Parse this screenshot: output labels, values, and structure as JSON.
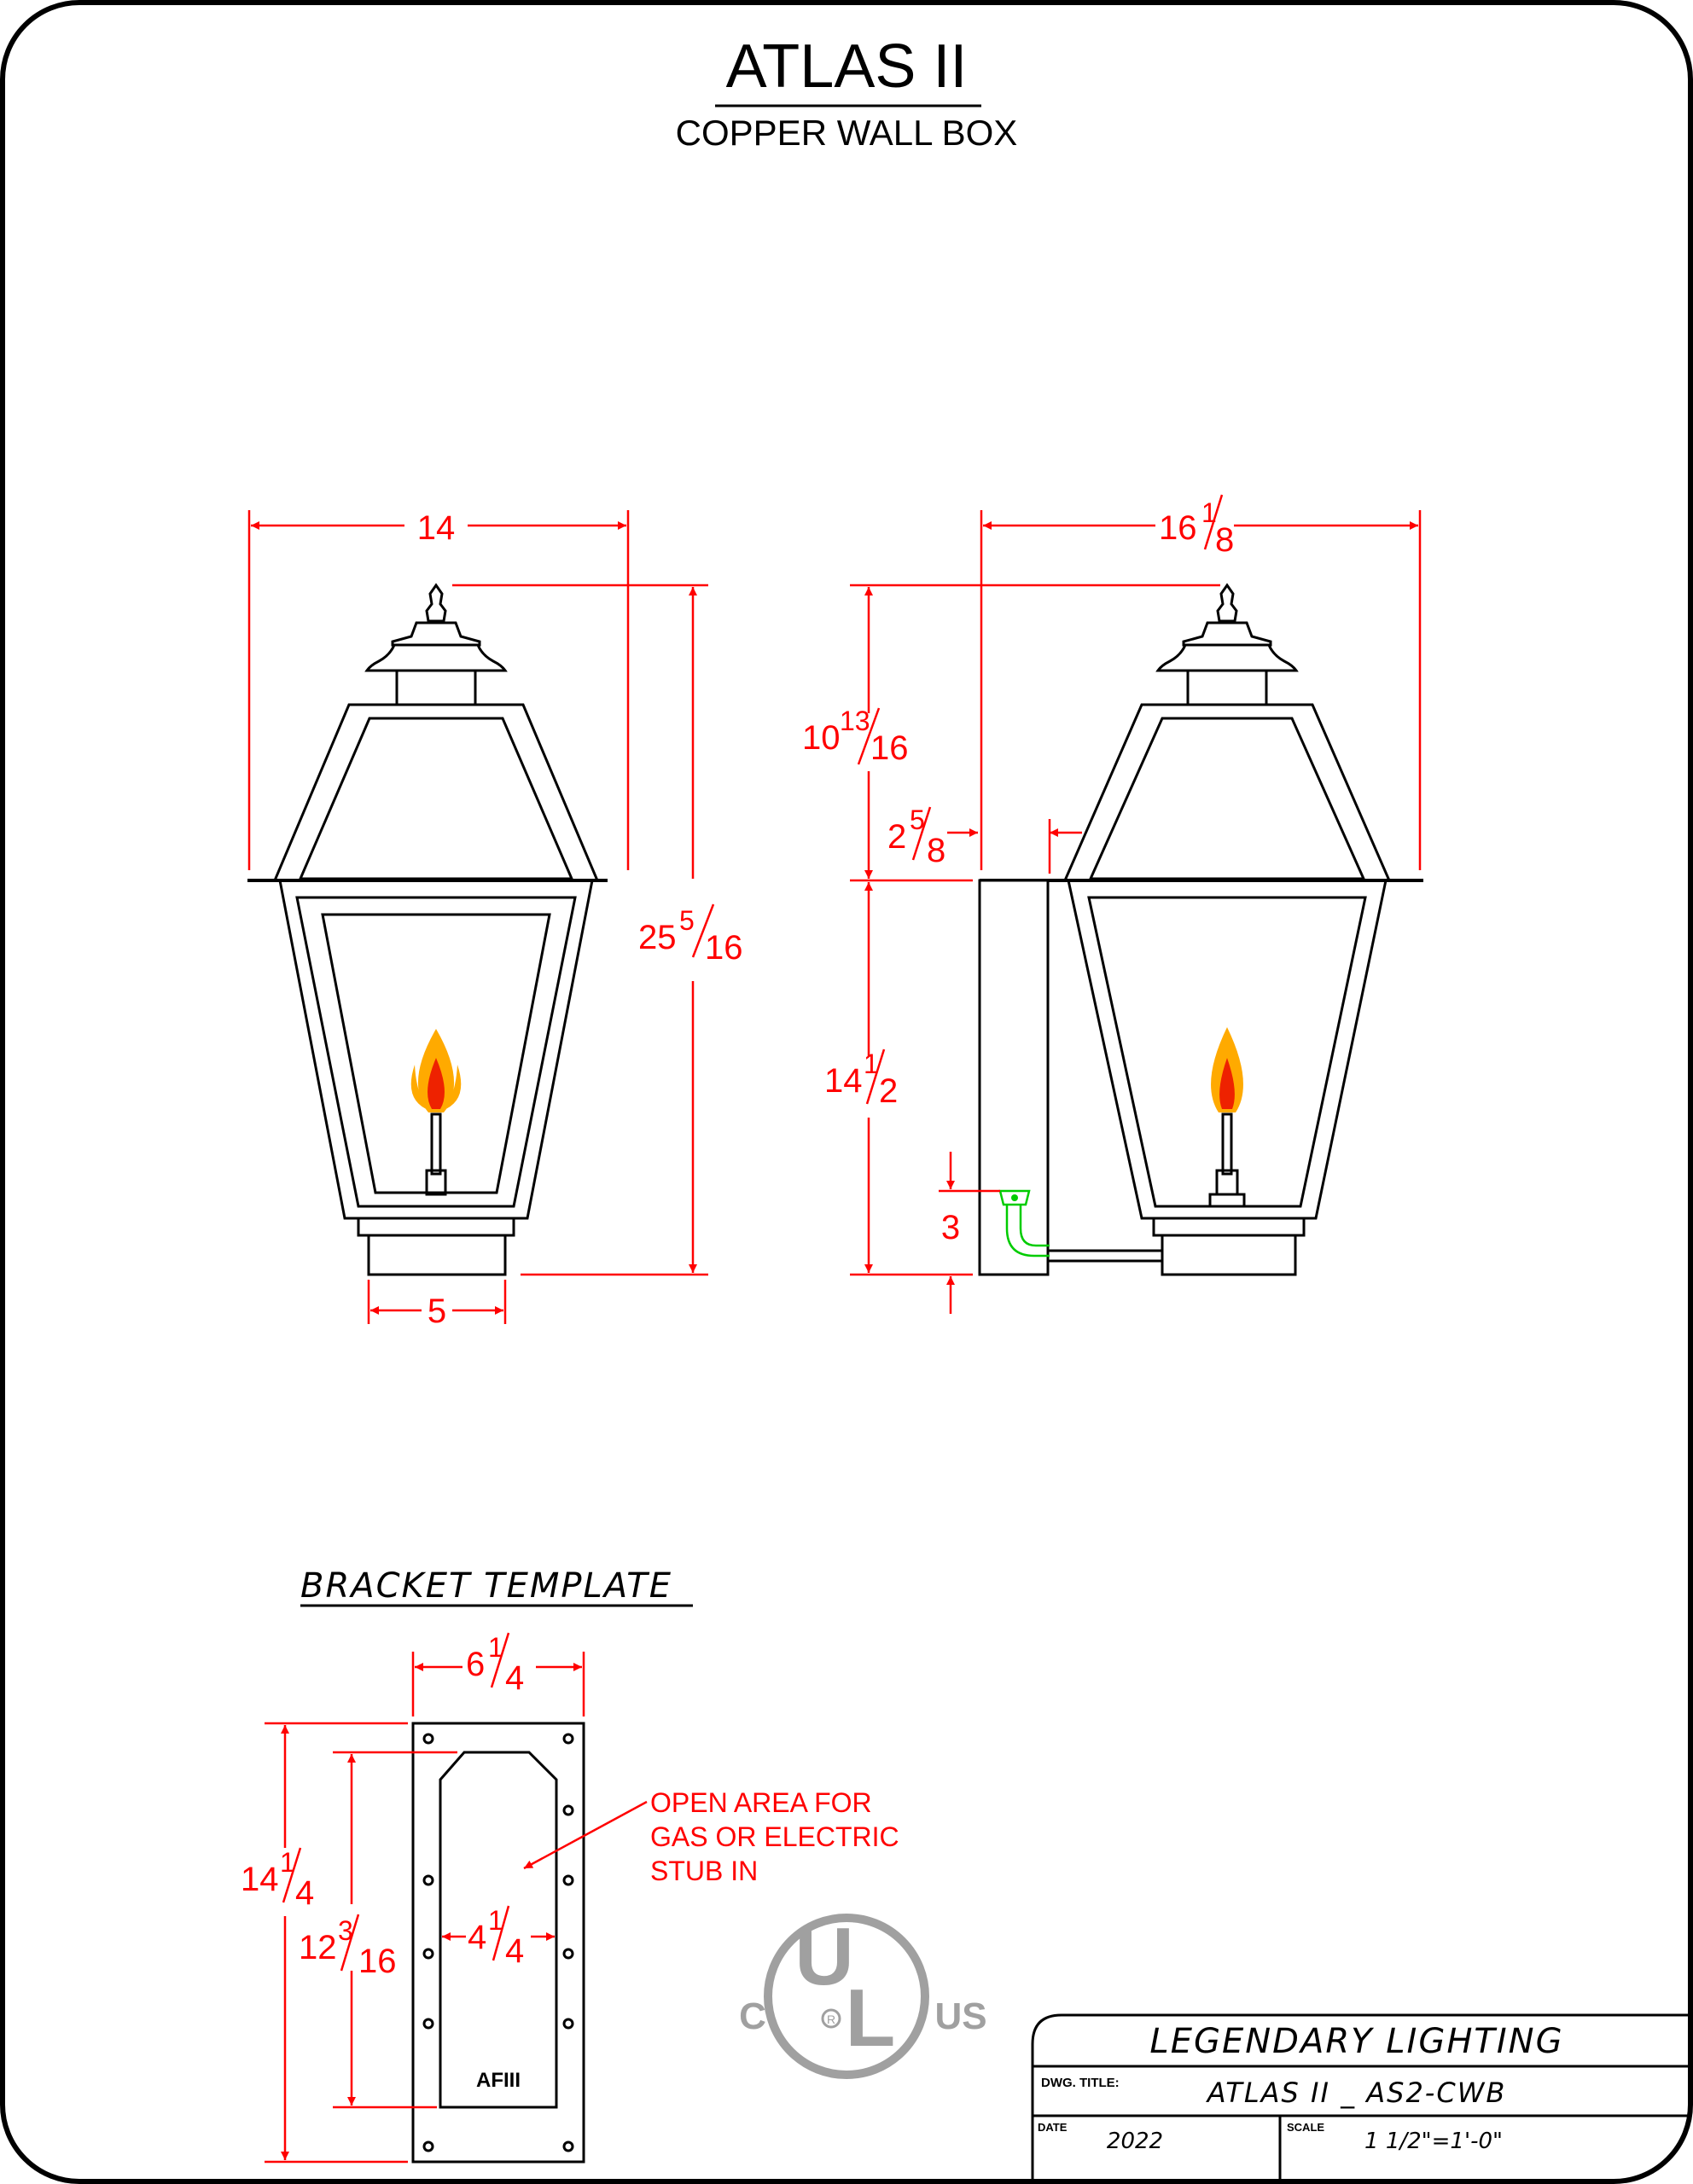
{
  "title": "ATLAS II",
  "subtitle": "COPPER WALL BOX",
  "front_view": {
    "width_label": "14",
    "height_label_whole": "25",
    "height_label_num": "5",
    "height_label_den": "16",
    "base_label": "5"
  },
  "side_view": {
    "depth_whole": "16",
    "depth_num": "1",
    "depth_den": "8",
    "top_whole": "10",
    "top_num": "13",
    "top_den": "16",
    "offset_whole": "2",
    "offset_num": "5",
    "offset_den": "8",
    "box_whole": "14",
    "box_num": "1",
    "box_den": "2",
    "stub_label": "3"
  },
  "bracket": {
    "heading": "BRACKET TEMPLATE",
    "width_whole": "6",
    "width_num": "1",
    "width_den": "4",
    "height_whole": "14",
    "height_num": "1",
    "height_den": "4",
    "inner_height_whole": "12",
    "inner_height_num": "3",
    "inner_height_den": "16",
    "inner_width_whole": "4",
    "inner_width_num": "1",
    "inner_width_den": "4",
    "note_line1": "OPEN AREA FOR",
    "note_line2": "GAS OR ELECTRIC",
    "note_line3": "STUB IN",
    "stamp": "AFIII"
  },
  "logo": {
    "u": "U",
    "l": "L",
    "c": "C",
    "us": "US",
    "r": "R"
  },
  "title_block": {
    "company": "LEGENDARY LIGHTING",
    "dwg_title_label": "DWG. TITLE:",
    "dwg_title": "ATLAS II _ AS2-CWB",
    "date_label": "DATE",
    "date": "2022",
    "scale_label": "SCALE",
    "scale": "1 1/2\"=1'-0\""
  },
  "colors": {
    "line": "#000000",
    "dimension": "#ff0000",
    "gas_fitting": "#00cc00",
    "flame_outer": "#ffaa00",
    "flame_inner": "#ee2200",
    "ul_logo": "#a0a0a0"
  }
}
